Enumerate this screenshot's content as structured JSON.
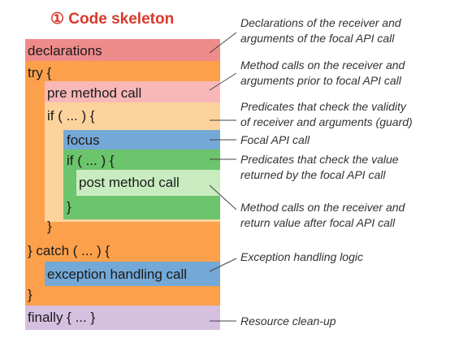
{
  "title": "① Code skeleton",
  "colors": {
    "declarations": "#ee8b8b",
    "try": "#fca04c",
    "pre_method_call": "#f8b8b8",
    "if_guard": "#fcd39c",
    "focus": "#74a8d6",
    "if_check": "#6cc46c",
    "post_method_call": "#c8ecc0",
    "exception_handling": "#74a8d6",
    "finally": "#d6c0e0"
  },
  "blocks": {
    "declarations": "declarations",
    "try_open": "try {",
    "pre_method_call": "pre method call",
    "if_guard_open": "if ( ... ) {",
    "focus": "focus",
    "if_check_open": "if ( ... ) {",
    "post_method_call": "post method call",
    "if_check_close": "}",
    "if_guard_close": "}",
    "catch_open": "} catch ( ... ) {",
    "exception_handling_call": "exception handling call",
    "catch_close": "}",
    "finally": "finally { ... }"
  },
  "annotations": {
    "declarations": [
      "Declarations of the receiver and",
      "arguments of the focal API call"
    ],
    "pre_method_call": [
      "Method calls on the receiver and",
      "arguments prior to focal API call"
    ],
    "guard": [
      "Predicates that check the validity",
      "of receiver and arguments (guard)"
    ],
    "focal": [
      "Focal API call"
    ],
    "check_value": [
      "Predicates that check the value",
      "returned by the focal API call"
    ],
    "post_method_call": [
      "Method calls on the receiver and",
      "return value after focal API call"
    ],
    "exception": [
      "Exception handling logic"
    ],
    "cleanup": [
      "Resource clean-up"
    ]
  }
}
